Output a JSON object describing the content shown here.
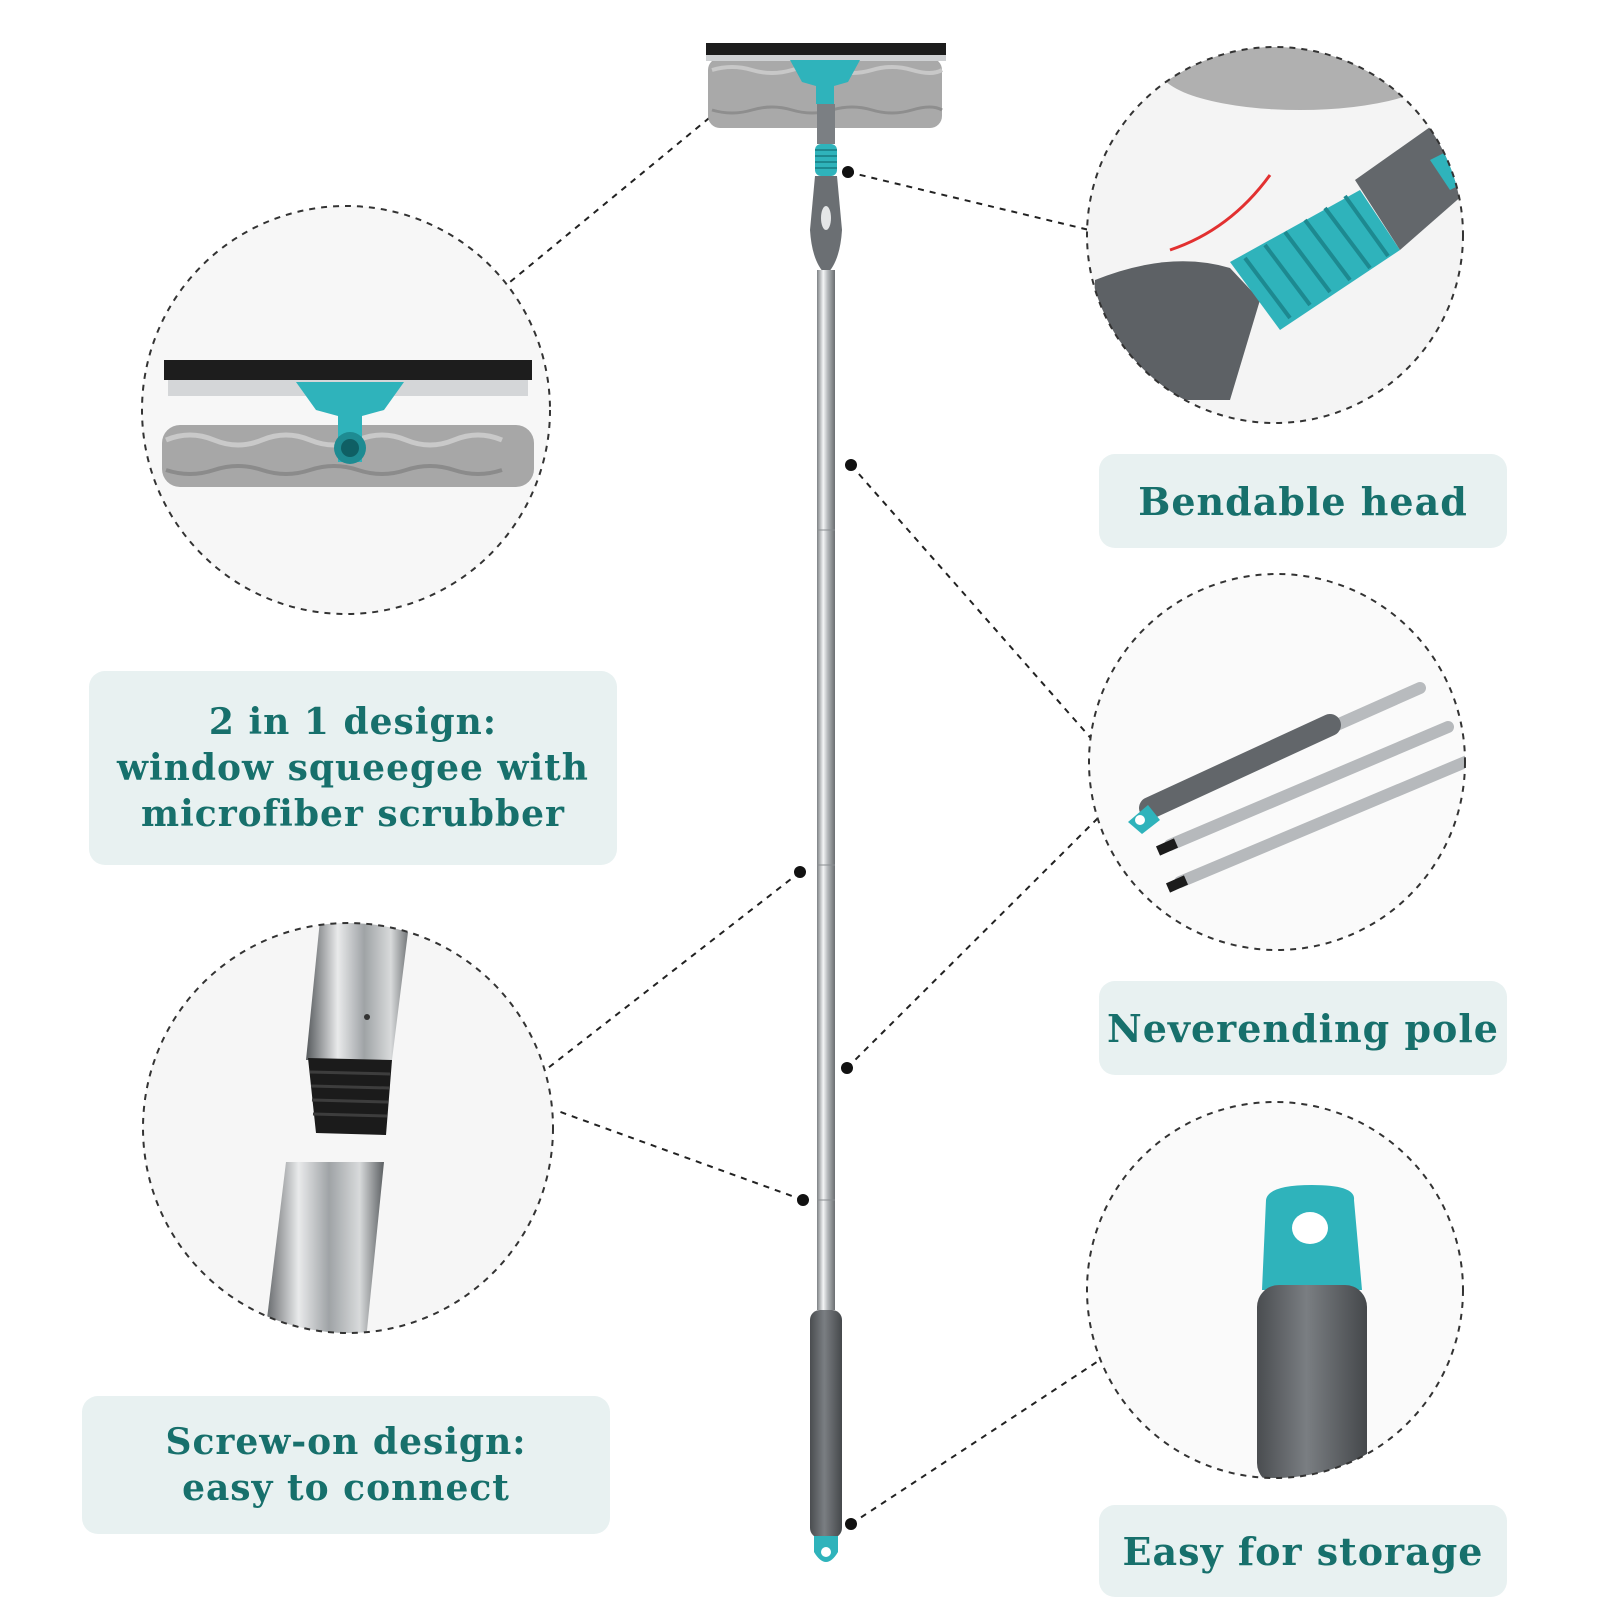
{
  "labels": {
    "two_in_one": {
      "lines": [
        "2 in 1 design:",
        "window squeegee with",
        "microfiber scrubber"
      ]
    },
    "screw_on": {
      "lines": [
        "Screw-on design:",
        "easy to connect"
      ]
    },
    "bendable": "Bendable head",
    "neverending": "Neverending pole",
    "storage": "Easy for storage"
  },
  "colors": {
    "accent_teal": "#2fb3bb",
    "label_bg": "#e8f1f1",
    "label_text": "#17706c",
    "grip_gray": "#5f6367",
    "microfiber_gray": "#a8a8a8",
    "steel": "#c8cacc"
  }
}
